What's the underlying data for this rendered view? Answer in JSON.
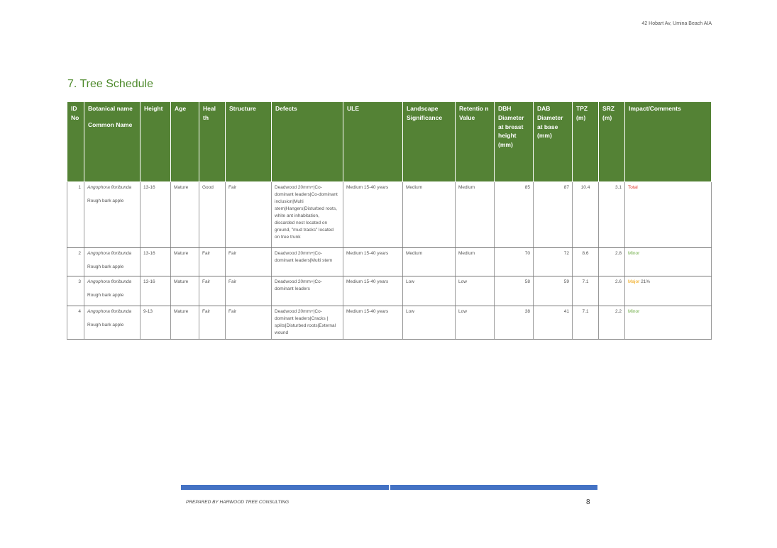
{
  "header": {
    "address": "42 Hobart Av, Umina Beach AIA"
  },
  "section": {
    "title": "7.  Tree Schedule"
  },
  "table": {
    "headers": {
      "id": "ID No",
      "botanical": "Botanical name",
      "common": "Common Name",
      "height": "Height",
      "age": "Age",
      "health": "Heal th",
      "structure": "Structure",
      "defects": "Defects",
      "ule": "ULE",
      "landscape": "Landscape Significance",
      "retention": "Retentio n Value",
      "dbh": "DBH Diameter at breast height (mm)",
      "dab": "DAB Diameter at base (mm)",
      "tpz": "TPZ (m)",
      "srz": "SRZ (m)",
      "impact": "Impact/Comments"
    },
    "rows": [
      {
        "id": "1",
        "botanical": "Angophora floribunda",
        "common": "Rough bark apple",
        "height": "13-16",
        "age": "Mature",
        "health": "Good",
        "structure": "Fair",
        "defects": "Deadwood 20mm+|Co-dominant leaders|Co-dominant inclusion|Multi stem|Hangers|Disturbed roots, white ant inhabitation, discarded nest located on ground, \"mud tracks\" located on tree trunk",
        "ule": "Medium 15-40 years",
        "landscape": "Medium",
        "retention": "Medium",
        "dbh": "85",
        "dab": "87",
        "tpz": "10.4",
        "srz": "3.1",
        "impact": "Total",
        "impact_extra": "",
        "impact_class": "total"
      },
      {
        "id": "2",
        "botanical": "Angophora floribunda",
        "common": "Rough bark apple",
        "height": "13-16",
        "age": "Mature",
        "health": "Fair",
        "structure": "Fair",
        "defects": "Deadwood 20mm+|Co-dominant leaders|Multi stem",
        "ule": "Medium 15-40 years",
        "landscape": "Medium",
        "retention": "Medium",
        "dbh": "70",
        "dab": "72",
        "tpz": "8.6",
        "srz": "2.8",
        "impact": "Minor",
        "impact_extra": "",
        "impact_class": "minor"
      },
      {
        "id": "3",
        "botanical": "Angophora floribunda",
        "common": "Rough bark apple",
        "height": "13-16",
        "age": "Mature",
        "health": "Fair",
        "structure": "Fair",
        "defects": "Deadwood 20mm+|Co-dominant leaders",
        "ule": "Medium 15-40 years",
        "landscape": "Low",
        "retention": "Low",
        "dbh": "58",
        "dab": "59",
        "tpz": "7.1",
        "srz": "2.6",
        "impact": "Major",
        "impact_extra": " 21%",
        "impact_class": "major"
      },
      {
        "id": "4",
        "botanical": "Angophora floribunda",
        "common": "Rough bark apple",
        "height": "9-13",
        "age": "Mature",
        "health": "Fair",
        "structure": "Fair",
        "defects": "Deadwood 20mm+|Co-dominant leaders|Cracks | splits|Disturbed roots|External wound",
        "ule": "Medium 15-40 years",
        "landscape": "Low",
        "retention": "Low",
        "dbh": "38",
        "dab": "41",
        "tpz": "7.1",
        "srz": "2.2",
        "impact": "Minor",
        "impact_extra": "",
        "impact_class": "minor"
      }
    ]
  },
  "footer": {
    "prepared_by": "PREPARED BY HARWOOD TREE CONSULTING",
    "page_number": "8",
    "bar_color": "#4472c4"
  },
  "colors": {
    "header_green": "#548235",
    "title_green": "#4e8a2c",
    "total": "#e03b2e",
    "minor": "#70ad47",
    "major": "#f0a30a"
  }
}
